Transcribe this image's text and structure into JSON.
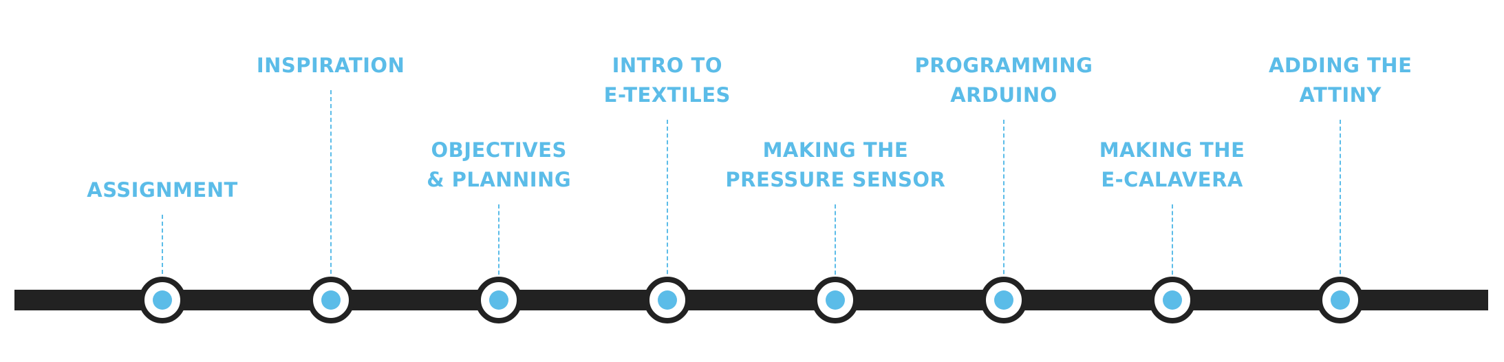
{
  "accent_color": "#5bbce8",
  "track_color": "#222222",
  "milestones": [
    {
      "lines": [
        "ASSIGNMENT"
      ],
      "position": "low",
      "icon": "milestone-dot-icon"
    },
    {
      "lines": [
        "INSPIRATION"
      ],
      "position": "high",
      "icon": "milestone-dot-icon"
    },
    {
      "lines": [
        "OBJECTIVES",
        "& PLANNING"
      ],
      "position": "low",
      "icon": "milestone-dot-icon"
    },
    {
      "lines": [
        "INTRO TO",
        "E-TEXTILES"
      ],
      "position": "high",
      "icon": "milestone-dot-icon"
    },
    {
      "lines": [
        "MAKING THE",
        "PRESSURE SENSOR"
      ],
      "position": "low",
      "icon": "milestone-dot-icon"
    },
    {
      "lines": [
        "PROGRAMMING",
        "ARDUINO"
      ],
      "position": "high",
      "icon": "milestone-dot-icon"
    },
    {
      "lines": [
        "MAKING THE",
        "E-CALAVERA"
      ],
      "position": "low",
      "icon": "milestone-dot-icon"
    },
    {
      "lines": [
        "ADDING THE",
        "ATTINY"
      ],
      "position": "high",
      "icon": "milestone-dot-icon"
    }
  ]
}
